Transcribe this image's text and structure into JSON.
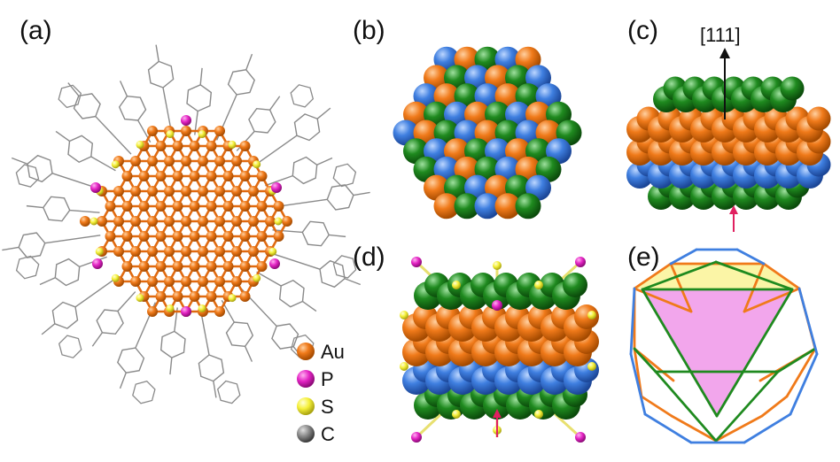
{
  "panels": {
    "a": {
      "label": "(a)"
    },
    "b": {
      "label": "(b)"
    },
    "c": {
      "label": "(c)",
      "direction_label": "[111]"
    },
    "d": {
      "label": "(d)"
    },
    "e": {
      "label": "(e)"
    }
  },
  "legend": [
    {
      "symbol": "Au",
      "color": "#f07a1a"
    },
    {
      "symbol": "P",
      "color": "#e424c4"
    },
    {
      "symbol": "S",
      "color": "#f5f03a"
    },
    {
      "symbol": "C",
      "color": "#8a8a8a"
    }
  ],
  "colors": {
    "orange": "#f07a1a",
    "green": "#1f8a1f",
    "blue": "#3f7fe0",
    "magenta": "#e424c4",
    "yellow": "#f5f03a",
    "gray": "#8a8a8a",
    "pink_face": "#f2a6ec",
    "yellow_face": "#fbf5a6"
  }
}
